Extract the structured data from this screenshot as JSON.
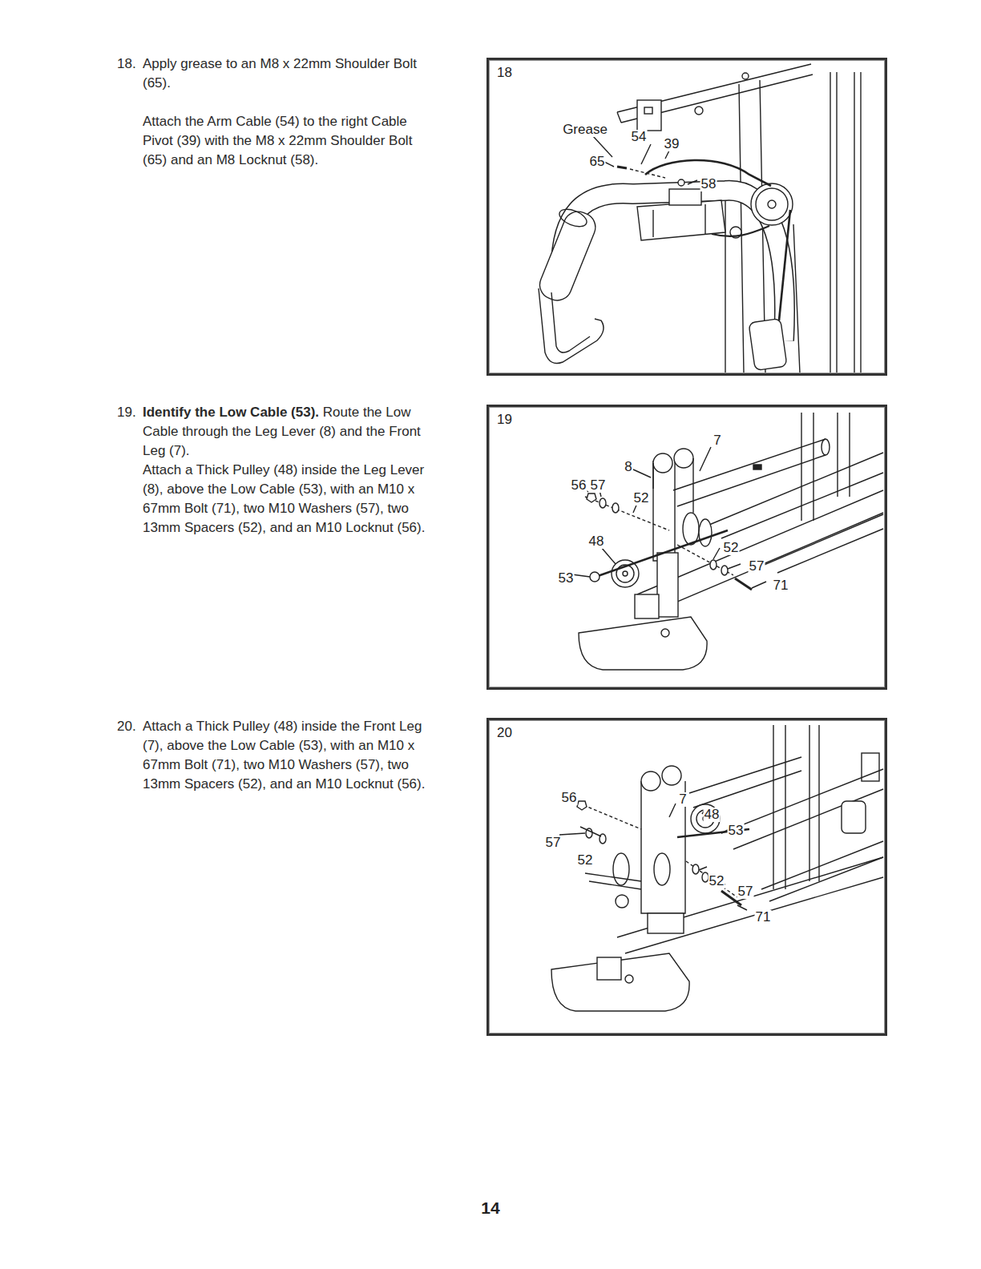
{
  "diagram": {
    "nodes": [
      {
        "text": [
          "18"
        ]
      },
      {
        "text": [
          "19"
        ]
      },
      {
        "text": [
          "20"
        ]
      }
    ],
    "labels": [
      "18.",
      "Apply grease to an M8 x 22mm Shoulder Bolt (65).",
      "Attach the Arm Cable (54) to the right Cable Pivot (39) with the M8 x 22mm Shoulder Bolt (65) and an M8 Locknut (58).",
      "19.",
      "Identify the Low Cable (53).",
      "Route the Low Cable through the Leg Lever (8) and the Front Leg (7).",
      "Attach a Thick Pulley (48) inside the Leg Lever (8), above the Low Cable (53), with an M10 x 67mm Bolt (71), two M10 Washers (57), two 13mm Spacers (52), and an M10 Locknut (56).",
      "20.",
      "Attach a Thick Pulley (48) inside the Front Leg (7), above the Low Cable (53), with an M10 x 67mm Bolt (71), two M10 Washers (57), two 13mm Spacers (52), and an M10 Locknut (56).",
      "Grease",
      "54",
      "39",
      "65",
      "58",
      "7",
      "8",
      "56",
      "57",
      "52",
      "48",
      "52",
      "57",
      "53",
      "71",
      "56",
      "7",
      "48",
      "53",
      "57",
      "52",
      "52",
      "57",
      "71",
      "14"
    ]
  }
}
